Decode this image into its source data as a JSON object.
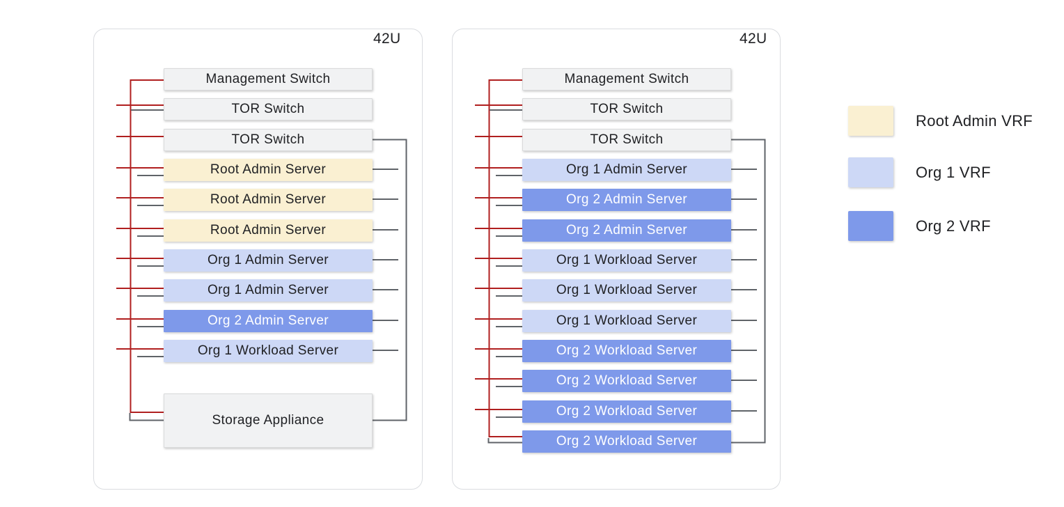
{
  "colors": {
    "root-vrf": "#FAF0D2",
    "org1-vrf": "#CDD8F6",
    "org2-vrf": "#7E99EA",
    "unit-fill": "#F1F2F3",
    "mgmt-line": "#B01F1F",
    "data-line": "#5F6368"
  },
  "racks": [
    {
      "capacity": "42U",
      "units": [
        {
          "label": "Management Switch",
          "vrf": "none"
        },
        {
          "label": "TOR Switch",
          "vrf": "none"
        },
        {
          "label": "TOR Switch",
          "vrf": "none"
        },
        {
          "label": "Root Admin Server",
          "vrf": "root"
        },
        {
          "label": "Root Admin Server",
          "vrf": "root"
        },
        {
          "label": "Root Admin Server",
          "vrf": "root"
        },
        {
          "label": "Org 1 Admin Server",
          "vrf": "org1"
        },
        {
          "label": "Org 1 Admin Server",
          "vrf": "org1"
        },
        {
          "label": "Org 2 Admin Server",
          "vrf": "org2"
        },
        {
          "label": "Org 1 Workload Server",
          "vrf": "org1"
        },
        {
          "label": "Storage Appliance",
          "vrf": "none"
        }
      ]
    },
    {
      "capacity": "42U",
      "units": [
        {
          "label": "Management Switch",
          "vrf": "none"
        },
        {
          "label": "TOR Switch",
          "vrf": "none"
        },
        {
          "label": "TOR Switch",
          "vrf": "none"
        },
        {
          "label": "Org 1 Admin Server",
          "vrf": "org1"
        },
        {
          "label": "Org 2 Admin Server",
          "vrf": "org2"
        },
        {
          "label": "Org 2 Admin Server",
          "vrf": "org2"
        },
        {
          "label": "Org 1 Workload Server",
          "vrf": "org1"
        },
        {
          "label": "Org 1 Workload Server",
          "vrf": "org1"
        },
        {
          "label": "Org 1 Workload Server",
          "vrf": "org1"
        },
        {
          "label": "Org 2 Workload Server",
          "vrf": "org2"
        },
        {
          "label": "Org 2 Workload Server",
          "vrf": "org2"
        },
        {
          "label": "Org 2 Workload Server",
          "vrf": "org2"
        },
        {
          "label": "Org 2 Workload Server",
          "vrf": "org2"
        }
      ]
    }
  ],
  "legend": [
    {
      "label": "Root Admin VRF",
      "color": "#FAF0D2"
    },
    {
      "label": "Org 1 VRF",
      "color": "#CDD8F6"
    },
    {
      "label": "Org 2 VRF",
      "color": "#7E99EA"
    }
  ]
}
